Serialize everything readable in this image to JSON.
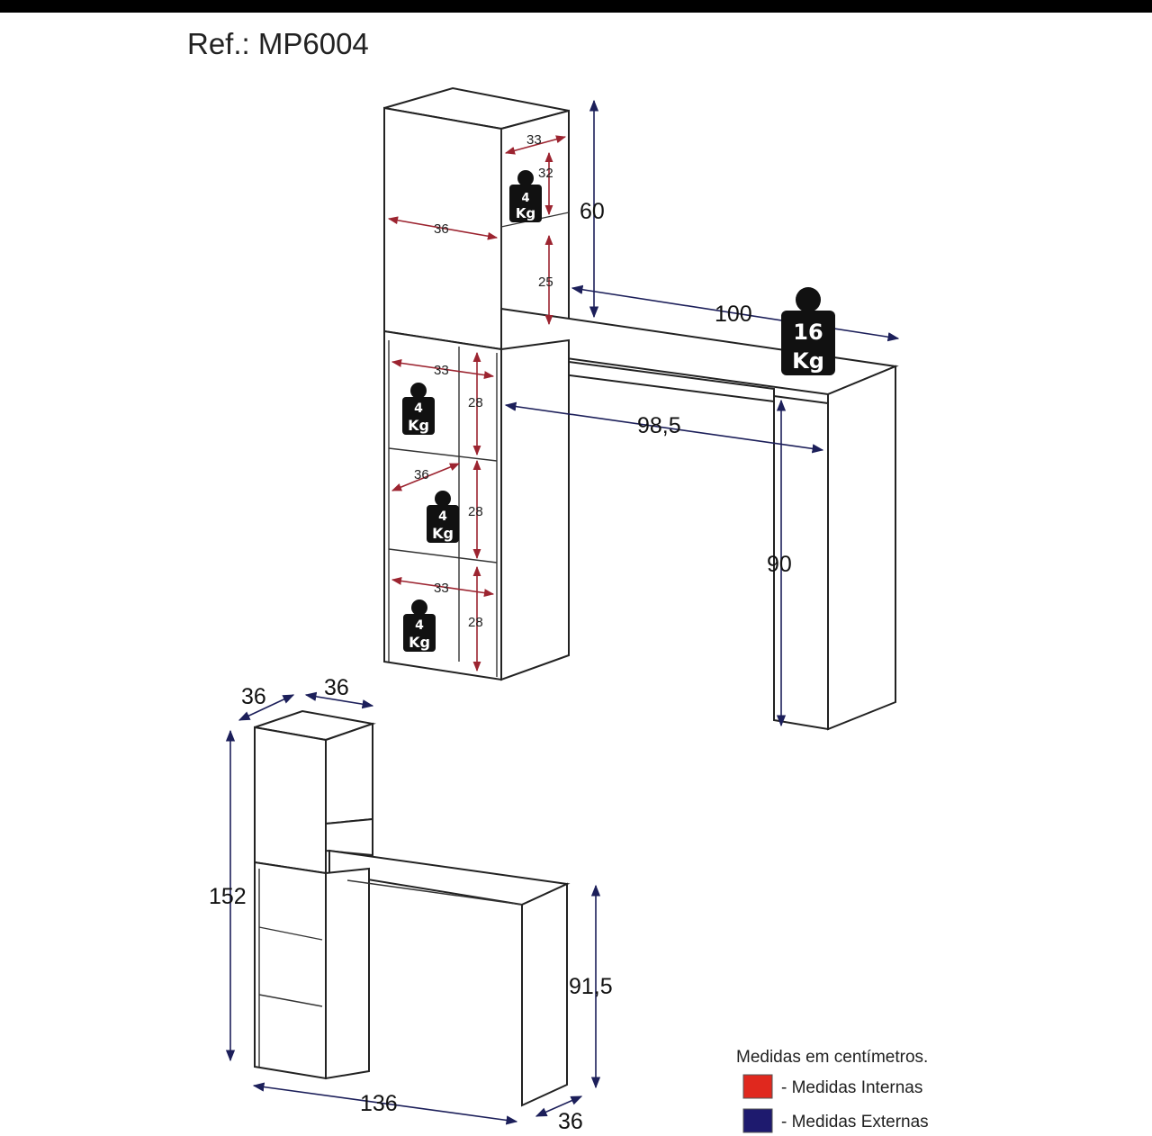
{
  "title": "Ref.: MP6004",
  "top_view": {
    "dims_internal": {
      "upper_width": "33",
      "upper_height": "32",
      "cabinet_width": "36",
      "lower_niche_height": "25",
      "shelf1_width": "33",
      "shelf1_height": "28",
      "shelf2_width": "36",
      "shelf2_height": "28",
      "shelf3_width": "33",
      "shelf3_height": "28"
    },
    "dims_external": {
      "top_height": "60",
      "desk_length": "100",
      "desk_inner_length": "98,5",
      "desk_height": "90"
    },
    "weights": {
      "upper_shelf": {
        "value": "4",
        "unit": "Kg"
      },
      "desk": {
        "value": "16",
        "unit": "Kg"
      },
      "shelf1": {
        "value": "4",
        "unit": "Kg"
      },
      "shelf2": {
        "value": "4",
        "unit": "Kg"
      },
      "shelf3": {
        "value": "4",
        "unit": "Kg"
      }
    }
  },
  "bottom_view": {
    "depth_left": "36",
    "width_top": "36",
    "total_height": "152",
    "desk_height": "91,5",
    "total_width": "136",
    "desk_depth": "36"
  },
  "legend": {
    "note": "Medidas em centímetros.",
    "internal_label": "- Medidas Internas",
    "external_label": "- Medidas Externas",
    "internal_color": "#e0281e",
    "external_color": "#1e1a6e"
  }
}
